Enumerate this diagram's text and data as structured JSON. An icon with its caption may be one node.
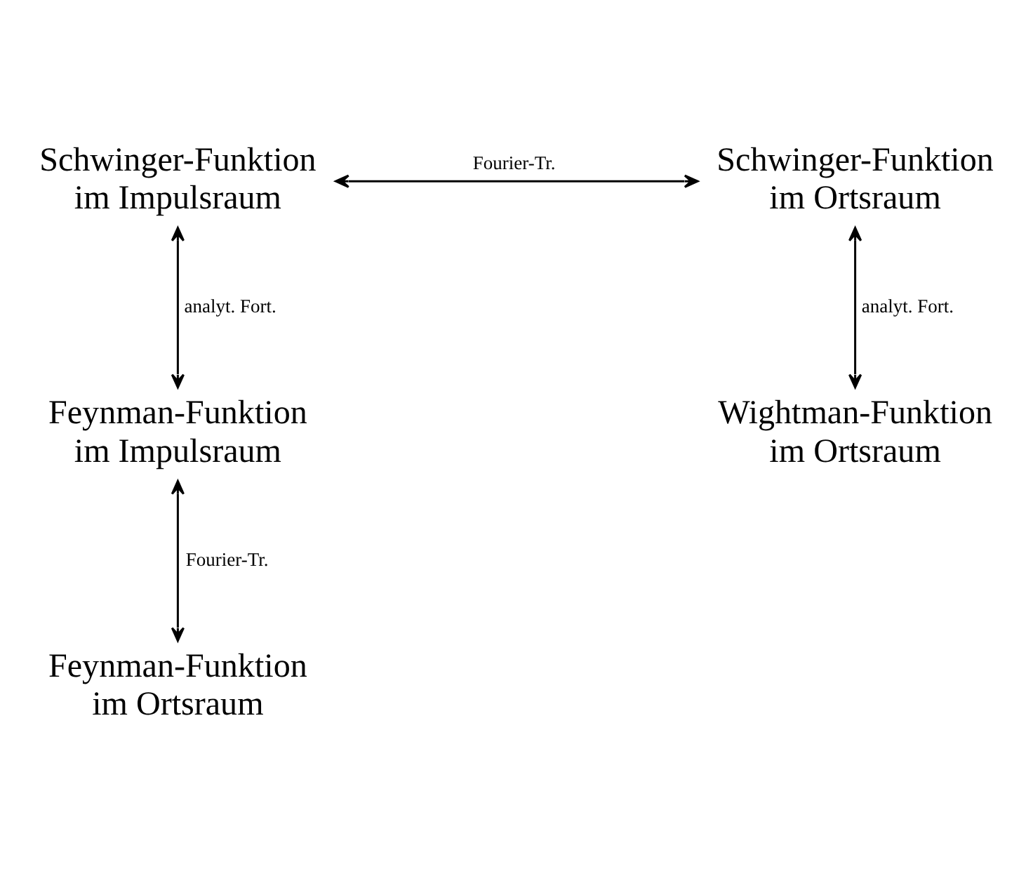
{
  "diagram": {
    "nodes": [
      {
        "text": [
          "Schwinger-Funktion im Impulsraum"
        ]
      },
      {
        "text": [
          "Schwinger-Funktion im Ortsraum"
        ]
      },
      {
        "text": [
          "Feynman-Funktion im Impulsraum"
        ]
      },
      {
        "text": [
          "Wightman-Funktion im Ortsraum"
        ]
      },
      {
        "text": [
          "Feynman-Funktion im Ortsraum"
        ]
      }
    ],
    "edges": [
      {
        "from": 0,
        "to": 1,
        "arrow": "both",
        "label": "Fourier-Tr."
      },
      {
        "from": 0,
        "to": 2,
        "arrow": "both",
        "label": "analyt. Fort."
      },
      {
        "from": 1,
        "to": 3,
        "arrow": "both",
        "label": "analyt. Fort."
      },
      {
        "from": 2,
        "to": 4,
        "arrow": "both",
        "label": "Fourier-Tr."
      }
    ]
  }
}
